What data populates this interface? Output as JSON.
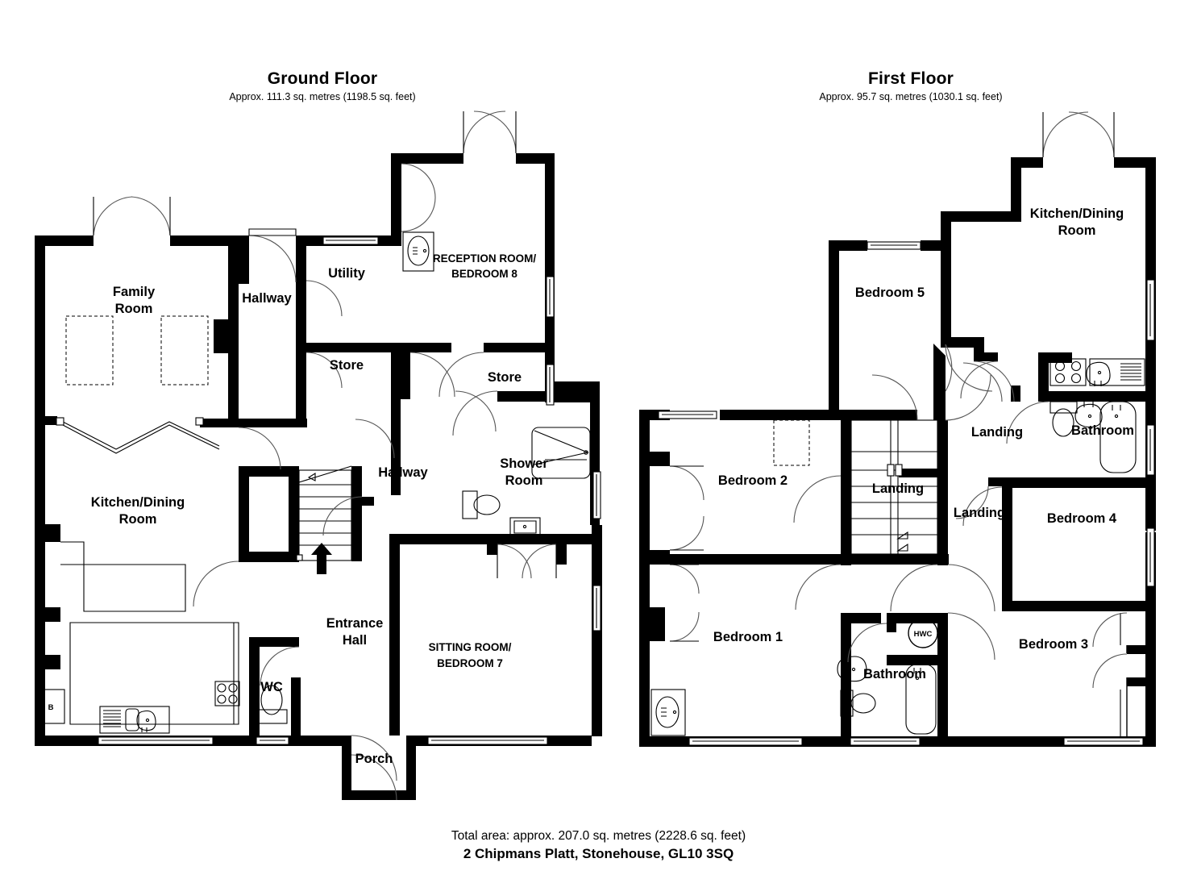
{
  "document": {
    "type": "floor-plan",
    "address": "2 Chipmans Platt, Stonehouse, GL10 3SQ",
    "total_area": "Total area: approx. 207.0 sq. metres (2228.6 sq. feet)"
  },
  "ground_floor": {
    "title": "Ground Floor",
    "subtitle": "Approx. 111.3 sq. metres (1198.5 sq. feet)",
    "area_sq_metres": 111.3,
    "area_sq_feet": 1198.5,
    "rooms": [
      {
        "id": "family-room",
        "label": "Family\nRoom",
        "lines": [
          "Family",
          "Room"
        ]
      },
      {
        "id": "hallway-upper",
        "label": "Hallway",
        "lines": [
          "Hallway"
        ]
      },
      {
        "id": "utility",
        "label": "Utility",
        "lines": [
          "Utility"
        ]
      },
      {
        "id": "reception-bed8",
        "label": "RECEPTION ROOM/ BEDROOM 8",
        "lines": [
          "RECEPTION ROOM/",
          "BEDROOM 8"
        ]
      },
      {
        "id": "store-left",
        "label": "Store",
        "lines": [
          "Store"
        ]
      },
      {
        "id": "store-right",
        "label": "Store",
        "lines": [
          "Store"
        ]
      },
      {
        "id": "kitchen-dining",
        "label": "Kitchen/Dining Room",
        "lines": [
          "Kitchen/Dining",
          "Room"
        ]
      },
      {
        "id": "hallway-lower",
        "label": "Hallway",
        "lines": [
          "Hallway"
        ]
      },
      {
        "id": "shower-room",
        "label": "Shower Room",
        "lines": [
          "Shower",
          "Room"
        ]
      },
      {
        "id": "entrance-hall",
        "label": "Entrance Hall",
        "lines": [
          "Entrance",
          "Hall"
        ]
      },
      {
        "id": "wc",
        "label": "WC",
        "lines": [
          "WC"
        ]
      },
      {
        "id": "sitting-bed7",
        "label": "SITTING ROOM/ BEDROOM 7",
        "lines": [
          "SITTING ROOM/",
          "BEDROOM 7"
        ]
      },
      {
        "id": "porch",
        "label": "Porch",
        "lines": [
          "Porch"
        ]
      }
    ],
    "markers": [
      {
        "id": "boiler",
        "label": "B"
      }
    ]
  },
  "first_floor": {
    "title": "First Floor",
    "subtitle": "Approx. 95.7 sq. metres (1030.1 sq. feet)",
    "area_sq_metres": 95.7,
    "area_sq_feet": 1030.1,
    "rooms": [
      {
        "id": "kitchen-dining-ff",
        "label": "Kitchen/Dining Room",
        "lines": [
          "Kitchen/Dining",
          "Room"
        ]
      },
      {
        "id": "bedroom-5",
        "label": "Bedroom 5",
        "lines": [
          "Bedroom 5"
        ]
      },
      {
        "id": "landing-1",
        "label": "Landing",
        "lines": [
          "Landing"
        ]
      },
      {
        "id": "bathroom-upper",
        "label": "Bathroom",
        "lines": [
          "Bathroom"
        ]
      },
      {
        "id": "bedroom-2",
        "label": "Bedroom 2",
        "lines": [
          "Bedroom 2"
        ]
      },
      {
        "id": "landing-2",
        "label": "Landing",
        "lines": [
          "Landing"
        ]
      },
      {
        "id": "landing-3",
        "label": "Landing",
        "lines": [
          "Landing"
        ]
      },
      {
        "id": "bedroom-4",
        "label": "Bedroom 4",
        "lines": [
          "Bedroom 4"
        ]
      },
      {
        "id": "bedroom-1",
        "label": "Bedroom 1",
        "lines": [
          "Bedroom 1"
        ]
      },
      {
        "id": "bathroom-lower",
        "label": "Bathroom",
        "lines": [
          "Bathroom"
        ]
      },
      {
        "id": "bedroom-3",
        "label": "Bedroom 3",
        "lines": [
          "Bedroom 3"
        ]
      }
    ],
    "markers": [
      {
        "id": "hot-water-cylinder",
        "label": "HWC"
      }
    ]
  },
  "colors": {
    "wall": "#000000",
    "background": "#ffffff",
    "fixture_stroke": "#000000",
    "door_swing": "#555555"
  }
}
